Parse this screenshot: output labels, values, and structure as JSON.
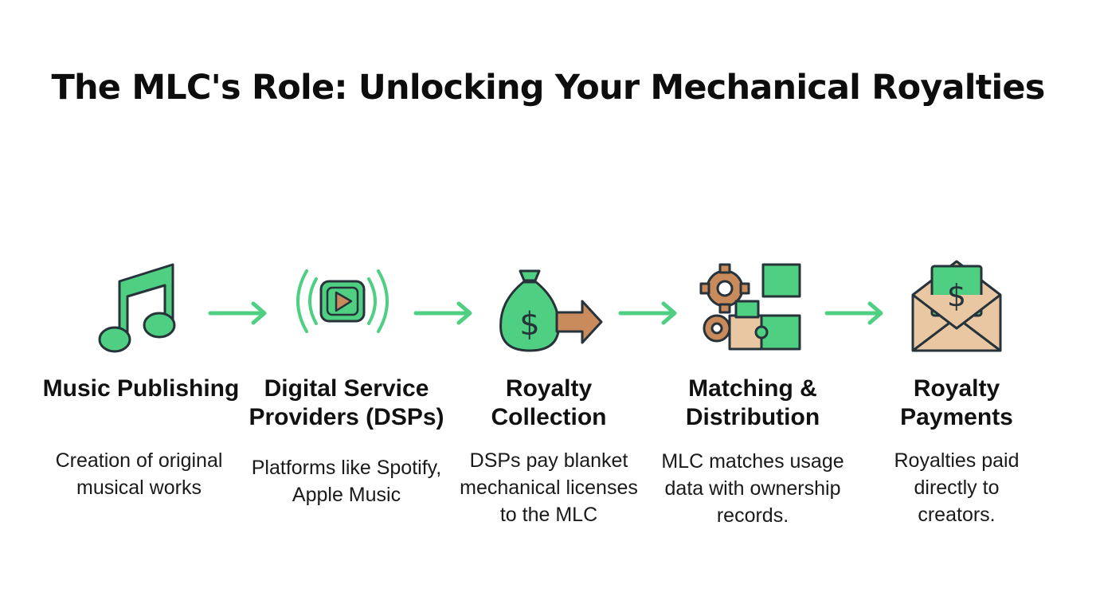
{
  "title": "The MLC's Role: Unlocking Your Mechanical Royalties",
  "colors": {
    "green": "#4fcf82",
    "green_dark": "#2f3b3a",
    "tan": "#e8c7a2",
    "brown": "#c98a5c",
    "outline": "#27333a"
  },
  "steps": [
    {
      "icon": "music-note-icon",
      "heading": "Music Publishing",
      "description": "Creation of original musical works"
    },
    {
      "icon": "video-play-icon",
      "heading": "Digital Service Providers (DSPs)",
      "description": "Platforms like Spotify, Apple Music"
    },
    {
      "icon": "money-bag-arrow-icon",
      "heading": "Royalty Collection",
      "description": "DSPs pay blanket mechanical licenses to the MLC"
    },
    {
      "icon": "gears-puzzle-icon",
      "heading": "Matching & Distribution",
      "description": "MLC matches usage data with ownership records."
    },
    {
      "icon": "envelope-dollar-icon",
      "heading": "Royalty Payments",
      "description": "Royalties paid directly to creators."
    }
  ]
}
